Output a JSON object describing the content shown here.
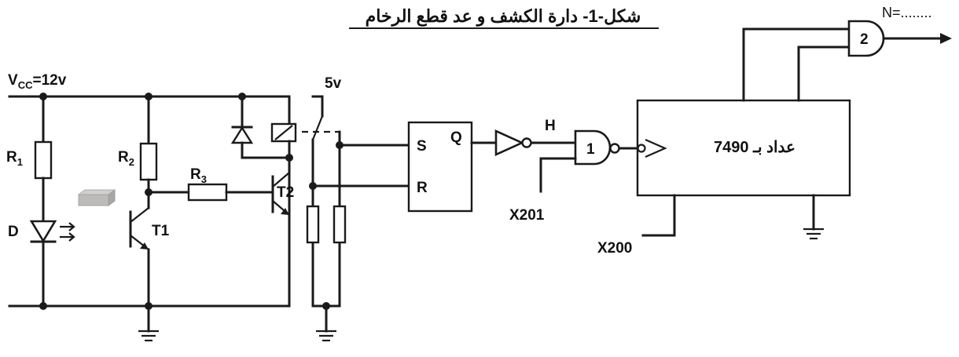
{
  "title": "شكل-1- دارة الكشف و عد قطع الرخام",
  "labels": {
    "vcc_main": "V",
    "vcc_sub": "CC",
    "vcc_value": "=12v",
    "r1_main": "R",
    "r1_sub": "1",
    "r2_main": "R",
    "r2_sub": "2",
    "r3_main": "R",
    "r3_sub": "3",
    "d": "D",
    "t1": "T1",
    "t2": "T2",
    "v5": "5v",
    "s": "S",
    "q": "Q",
    "r": "R",
    "h": "H",
    "x201": "X201",
    "x200": "X200",
    "gate1": "1",
    "gate2": "2",
    "counter": "عداد بـ 7490",
    "n_output": "N=........"
  }
}
